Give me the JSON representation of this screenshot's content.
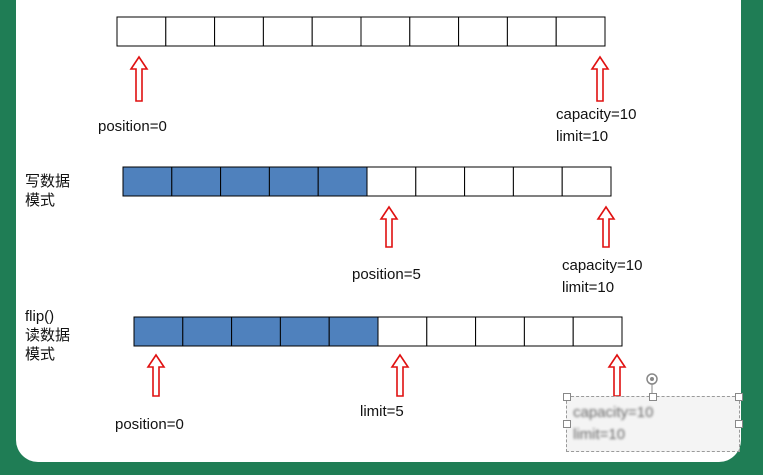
{
  "colors": {
    "filled": "#4f81bd",
    "arrow": "#e01010",
    "cell_border": "#000000"
  },
  "rows": [
    {
      "mode_label": "",
      "total_cells": 10,
      "filled_cells": 0,
      "arrows": [
        0,
        10
      ],
      "labels": {
        "position": "position=0",
        "capacity": "capacity=10",
        "limit": "limit=10"
      }
    },
    {
      "mode_label": "写数据\n模式",
      "total_cells": 10,
      "filled_cells": 5,
      "arrows": [
        5,
        10
      ],
      "labels": {
        "position": "position=5",
        "capacity": "capacity=10",
        "limit": "limit=10"
      }
    },
    {
      "mode_label": "flip()\n读数据\n模式",
      "total_cells": 10,
      "filled_cells": 5,
      "arrows": [
        0,
        5,
        10
      ],
      "labels": {
        "position": "position=0",
        "limit": "limit=5",
        "capacity": "capacity=10",
        "limit2": "limit=10"
      }
    }
  ]
}
